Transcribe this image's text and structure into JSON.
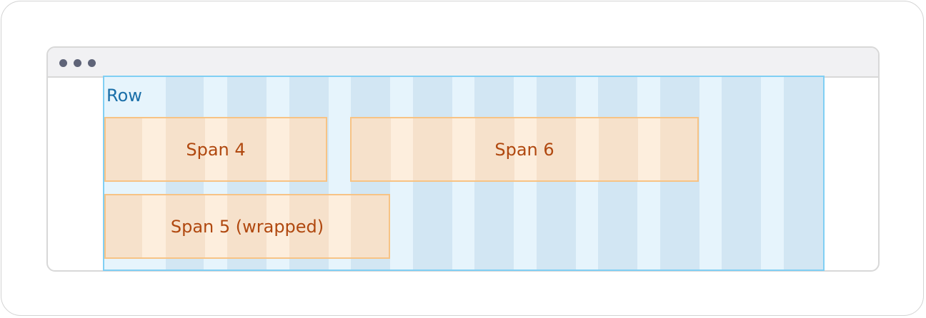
{
  "row": {
    "label": "Row"
  },
  "spans": [
    {
      "label": "Span 4"
    },
    {
      "label": "Span 6"
    },
    {
      "label": "Span 5 (wrapped)"
    }
  ],
  "colors": {
    "row_border": "#80cff4",
    "row_column_shade": "#d2e6f3",
    "row_gutter": "#e6f4fc",
    "span_border": "#f7c385",
    "span_column_shade": "#f6e1cb",
    "span_gutter": "#fdeedd",
    "span_text": "#b0480f",
    "row_text": "#1a6fa9"
  }
}
